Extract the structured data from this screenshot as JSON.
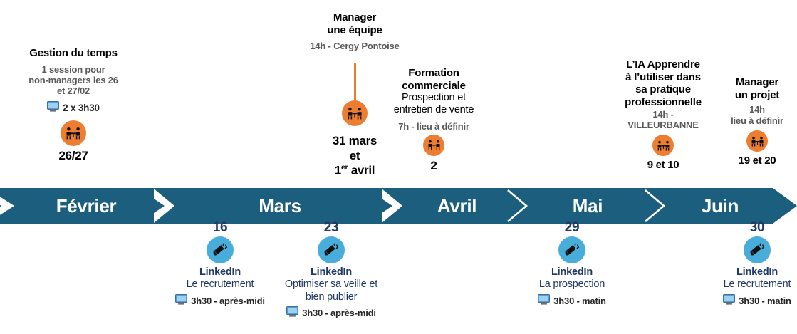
{
  "colors": {
    "banner": "#1B5E7E",
    "accent_orange": "#ED7D31",
    "accent_blue": "#49ADDB",
    "linkedin_navy": "#1F3864",
    "meta_grey": "#595959"
  },
  "timeline": {
    "months": [
      {
        "label": "Février"
      },
      {
        "label": "Mars"
      },
      {
        "label": "Avril"
      },
      {
        "label": "Mai"
      },
      {
        "label": "Juin"
      }
    ]
  },
  "top_events": [
    {
      "id": "gestion-du-temps",
      "title": "Gestion du temps",
      "subtitle": "",
      "meta": "1 session pour\nnon-managers les 26\net 27/02",
      "meta_lines": [
        "1 session pour",
        "non-managers les 26",
        "et 27/02"
      ],
      "duration": "2 x 3h30",
      "duration_icon": "monitor-icon",
      "marker_icon": "meeting-icon",
      "date": "26/27"
    },
    {
      "id": "manager-une-equipe",
      "title_lines": [
        "Manager",
        "une équipe"
      ],
      "meta_lines": [
        "14h  - Cergy Pontoise"
      ],
      "marker_icon": "meeting-icon",
      "date_lines": [
        "31 mars",
        "et",
        "1er avril"
      ],
      "date_sup": "er"
    },
    {
      "id": "formation-commerciale",
      "title_lines": [
        "Formation",
        "commerciale"
      ],
      "subtitle_lines": [
        "Prospection et",
        "entretien de vente"
      ],
      "meta_lines": [
        "7h  - lieu à définir"
      ],
      "marker_icon": "meeting-icon",
      "date": "2"
    },
    {
      "id": "ia-apprendre",
      "title_lines": [
        "L’IA Apprendre",
        "à l’utiliser dans",
        "sa pratique",
        "professionnelle"
      ],
      "meta_lines": [
        "14h  -",
        "VILLEURBANNE"
      ],
      "marker_icon": "meeting-icon",
      "date": "9 et 10"
    },
    {
      "id": "manager-un-projet",
      "title_lines": [
        "Manager",
        "un projet"
      ],
      "meta_lines": [
        "14h",
        "lieu à définir"
      ],
      "marker_icon": "meeting-icon",
      "date": "19 et 20"
    }
  ],
  "bottom_events": [
    {
      "id": "linkedin-16",
      "date": "16",
      "marker_icon": "megaphone-icon",
      "title": "LinkedIn",
      "subtitle_lines": [
        "Le recrutement"
      ],
      "duration": "3h30  - après-midi",
      "duration_icon": "monitor-icon"
    },
    {
      "id": "linkedin-23",
      "date": "23",
      "marker_icon": "megaphone-icon",
      "title": "LinkedIn",
      "subtitle_lines": [
        "Optimiser sa veille et",
        "bien publier"
      ],
      "duration": "3h30  - après-midi",
      "duration_icon": "monitor-icon"
    },
    {
      "id": "linkedin-29",
      "date": "29",
      "marker_icon": "megaphone-icon",
      "title": "LinkedIn",
      "subtitle_lines": [
        "La prospection"
      ],
      "duration": "3h30  - matin",
      "duration_icon": "monitor-icon"
    },
    {
      "id": "linkedin-30",
      "date": "30",
      "marker_icon": "megaphone-icon",
      "title": "LinkedIn",
      "subtitle_lines": [
        "Le recrutement"
      ],
      "duration": "3h30  - matin",
      "duration_icon": "monitor-icon"
    }
  ]
}
